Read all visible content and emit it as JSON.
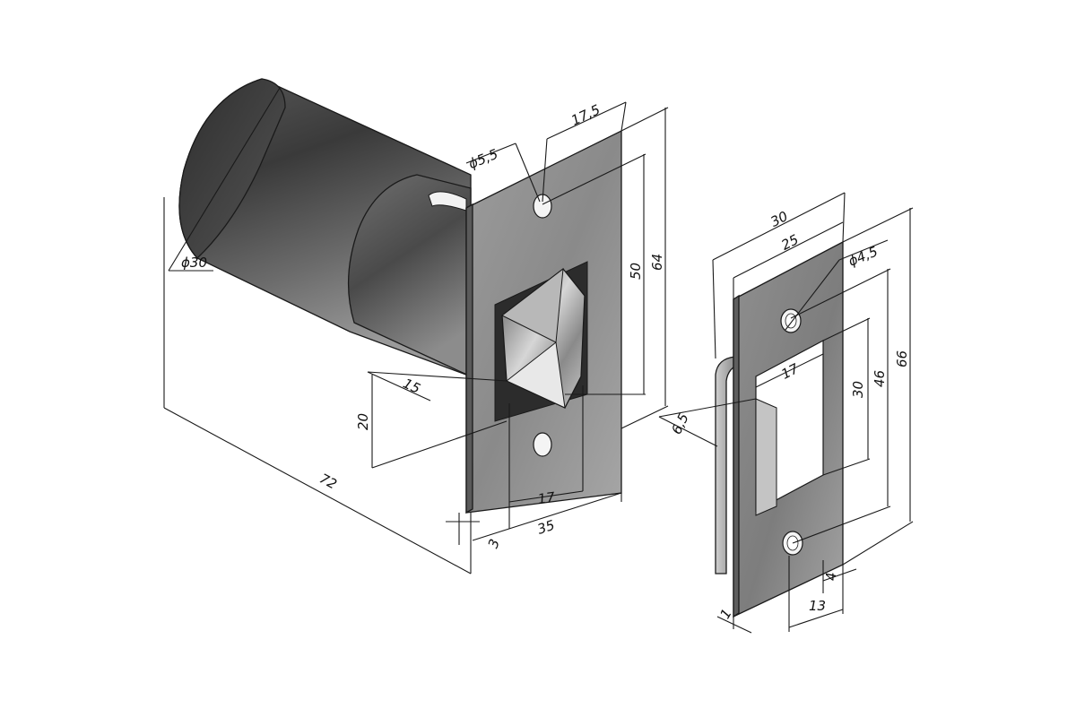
{
  "latch": {
    "dimensions": {
      "hole_diameter": "ϕ5,5",
      "plate_width": "17,5",
      "height_inner": "50",
      "height_outer": "64",
      "body_diameter": "ϕ30",
      "bolt_offset": "15",
      "bolt_height": "20",
      "total_length": "72",
      "bolt_width": "17",
      "plate_depth": "35",
      "plate_thickness": "3"
    }
  },
  "strike": {
    "dimensions": {
      "width_outer": "30",
      "width_inner": "25",
      "hole_diameter": "ϕ4,5",
      "cutout_width": "17",
      "cutout_height": "30",
      "hole_spacing": "46",
      "total_height": "66",
      "lip": "6,5",
      "hole_offset": "4",
      "edge_offset": "13",
      "thickness": "1"
    }
  }
}
